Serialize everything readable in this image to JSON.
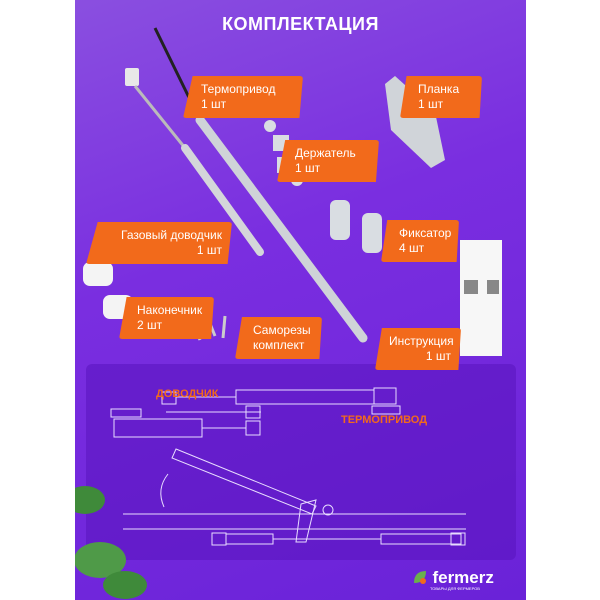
{
  "title": "КОМПЛЕКТАЦИЯ",
  "items": [
    {
      "name": "Термопривод",
      "qty": "1 шт"
    },
    {
      "name": "Планка",
      "qty": "1 шт"
    },
    {
      "name": "Держатель",
      "qty": "1 шт"
    },
    {
      "name": "Фиксатор",
      "qty": "4 шт"
    },
    {
      "name": "Газовый доводчик",
      "qty": "1 шт"
    },
    {
      "name": "Наконечник",
      "qty": "2 шт"
    },
    {
      "name": "Инструкция",
      "qty": "1 шт"
    },
    {
      "name": "Саморезы",
      "qty": "комплект"
    }
  ],
  "diagram": {
    "label_closer": "ДОВОДЧИК",
    "label_actuator": "ТЕРМОПРИВОД"
  },
  "brand": {
    "name": "fermerz",
    "tagline": "ТОВАРЫ ДЛЯ ФЕРМЕРОВ",
    "accent": "#f26a1b",
    "background": "#7a2ee0"
  }
}
